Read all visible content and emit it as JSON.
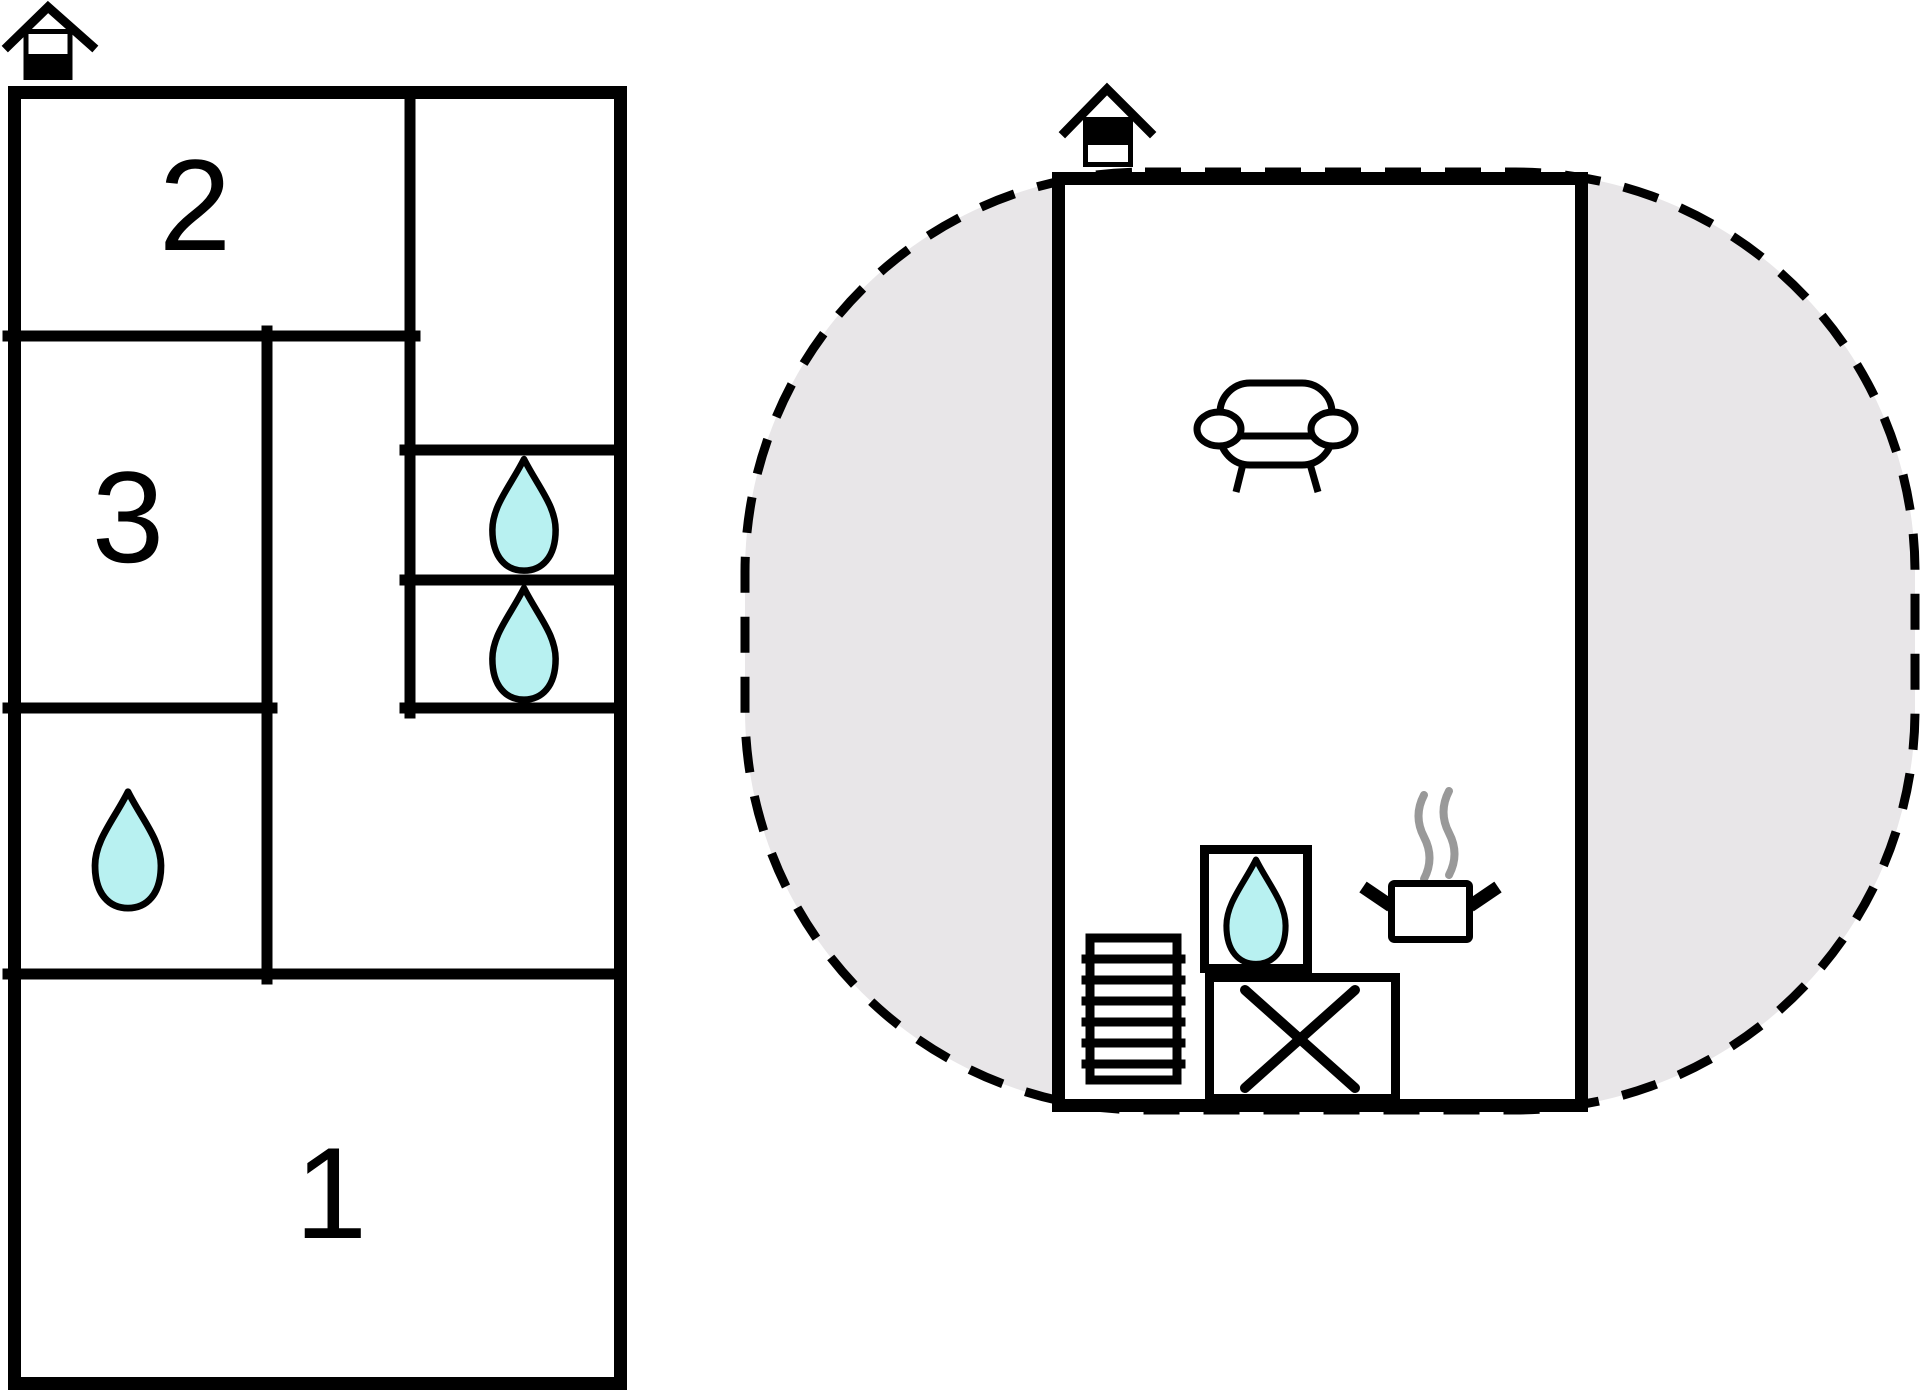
{
  "document": {
    "type": "property floor plan drawing",
    "background": "#ffffff"
  },
  "colors": {
    "wall": "#000000",
    "water_drop_fill": "#b8f1f1",
    "terrain_fill": "#e8e6e8",
    "steam": "#999999",
    "background": "#ffffff"
  },
  "left_plan": {
    "description": "main house floor plan with numbered rooms",
    "rooms": {
      "room1_label": "1",
      "room2_label": "2",
      "room3_label": "3"
    },
    "water_drop_count": 3,
    "icons": [
      "house-entrance-icon",
      "water-drop-icon"
    ]
  },
  "right_plan": {
    "description": "annex studio inside rounded dashed plot boundary",
    "water_drop_count": 1,
    "icons": [
      "house-entrance-icon",
      "sofa-icon",
      "staircase-icon",
      "shower-drop-icon",
      "table-cross-icon",
      "stove-pot-icon",
      "steam-icon"
    ]
  }
}
